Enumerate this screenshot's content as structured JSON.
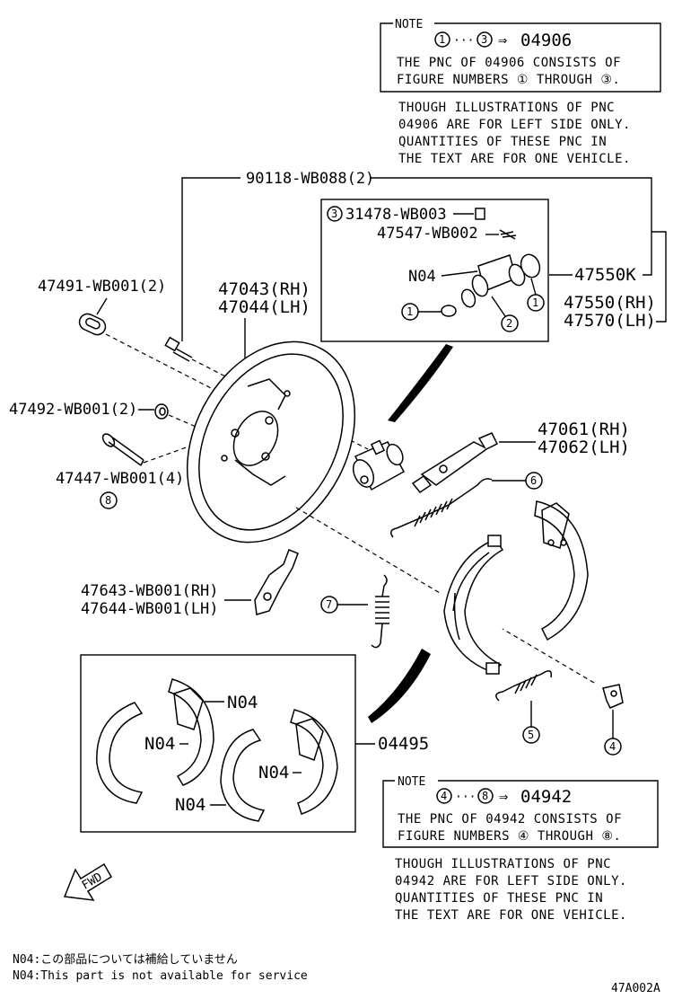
{
  "note_top": {
    "label": "NOTE",
    "range_from": "1",
    "range_sep": "···",
    "range_to": "3",
    "arrow": "⇒",
    "code": "04906",
    "line1": "THE PNC OF 04906 CONSISTS OF",
    "line2": "FIGURE NUMBERS ① THROUGH ③."
  },
  "note_top_text": [
    "THOUGH ILLUSTRATIONS OF PNC",
    "04906 ARE FOR LEFT SIDE ONLY.",
    "QUANTITIES OF THESE PNC IN",
    "THE TEXT ARE FOR ONE VEHICLE."
  ],
  "note_bottom": {
    "label": "NOTE",
    "range_from": "4",
    "range_sep": "···",
    "range_to": "8",
    "arrow": "⇒",
    "code": "04942",
    "line1": "THE PNC OF 04942 CONSISTS OF",
    "line2": "FIGURE NUMBERS ④ THROUGH ⑧."
  },
  "note_bottom_text": [
    "THOUGH ILLUSTRATIONS OF PNC",
    "04942 ARE FOR LEFT SIDE ONLY.",
    "QUANTITIES OF THESE PNC IN",
    "THE TEXT ARE FOR ONE VEHICLE."
  ],
  "parts": {
    "p90118": "90118-WB088(2)",
    "p31478": "31478-WB003",
    "p47547": "47547-WB002",
    "n04_cyl": "N04",
    "p47550k": "47550K",
    "p47550": "47550(RH)",
    "p47570": "47570(LH)",
    "p47491": "47491-WB001(2)",
    "p47043": "47043(RH)",
    "p47044": "47044(LH)",
    "p47492": "47492-WB001(2)",
    "p47447": "47447-WB001(4)",
    "p47061": "47061(RH)",
    "p47062": "47062(LH)",
    "p47643": "47643-WB001(RH)",
    "p47644": "47644-WB001(LH)",
    "p04495": "04495",
    "n04_a": "N04",
    "n04_b": "N04",
    "n04_c": "N04",
    "n04_d": "N04"
  },
  "callouts": {
    "c1a": "1",
    "c1b": "1",
    "c2": "2",
    "c3": "3",
    "c4": "4",
    "c5": "5",
    "c6": "6",
    "c7": "7",
    "c8": "8"
  },
  "fwd_label": "FWD",
  "footnote": {
    "line_jp": "N04:この部品については補給していません",
    "line_en": "N04:This part is not available for service"
  },
  "diagram_code": "47A002A"
}
